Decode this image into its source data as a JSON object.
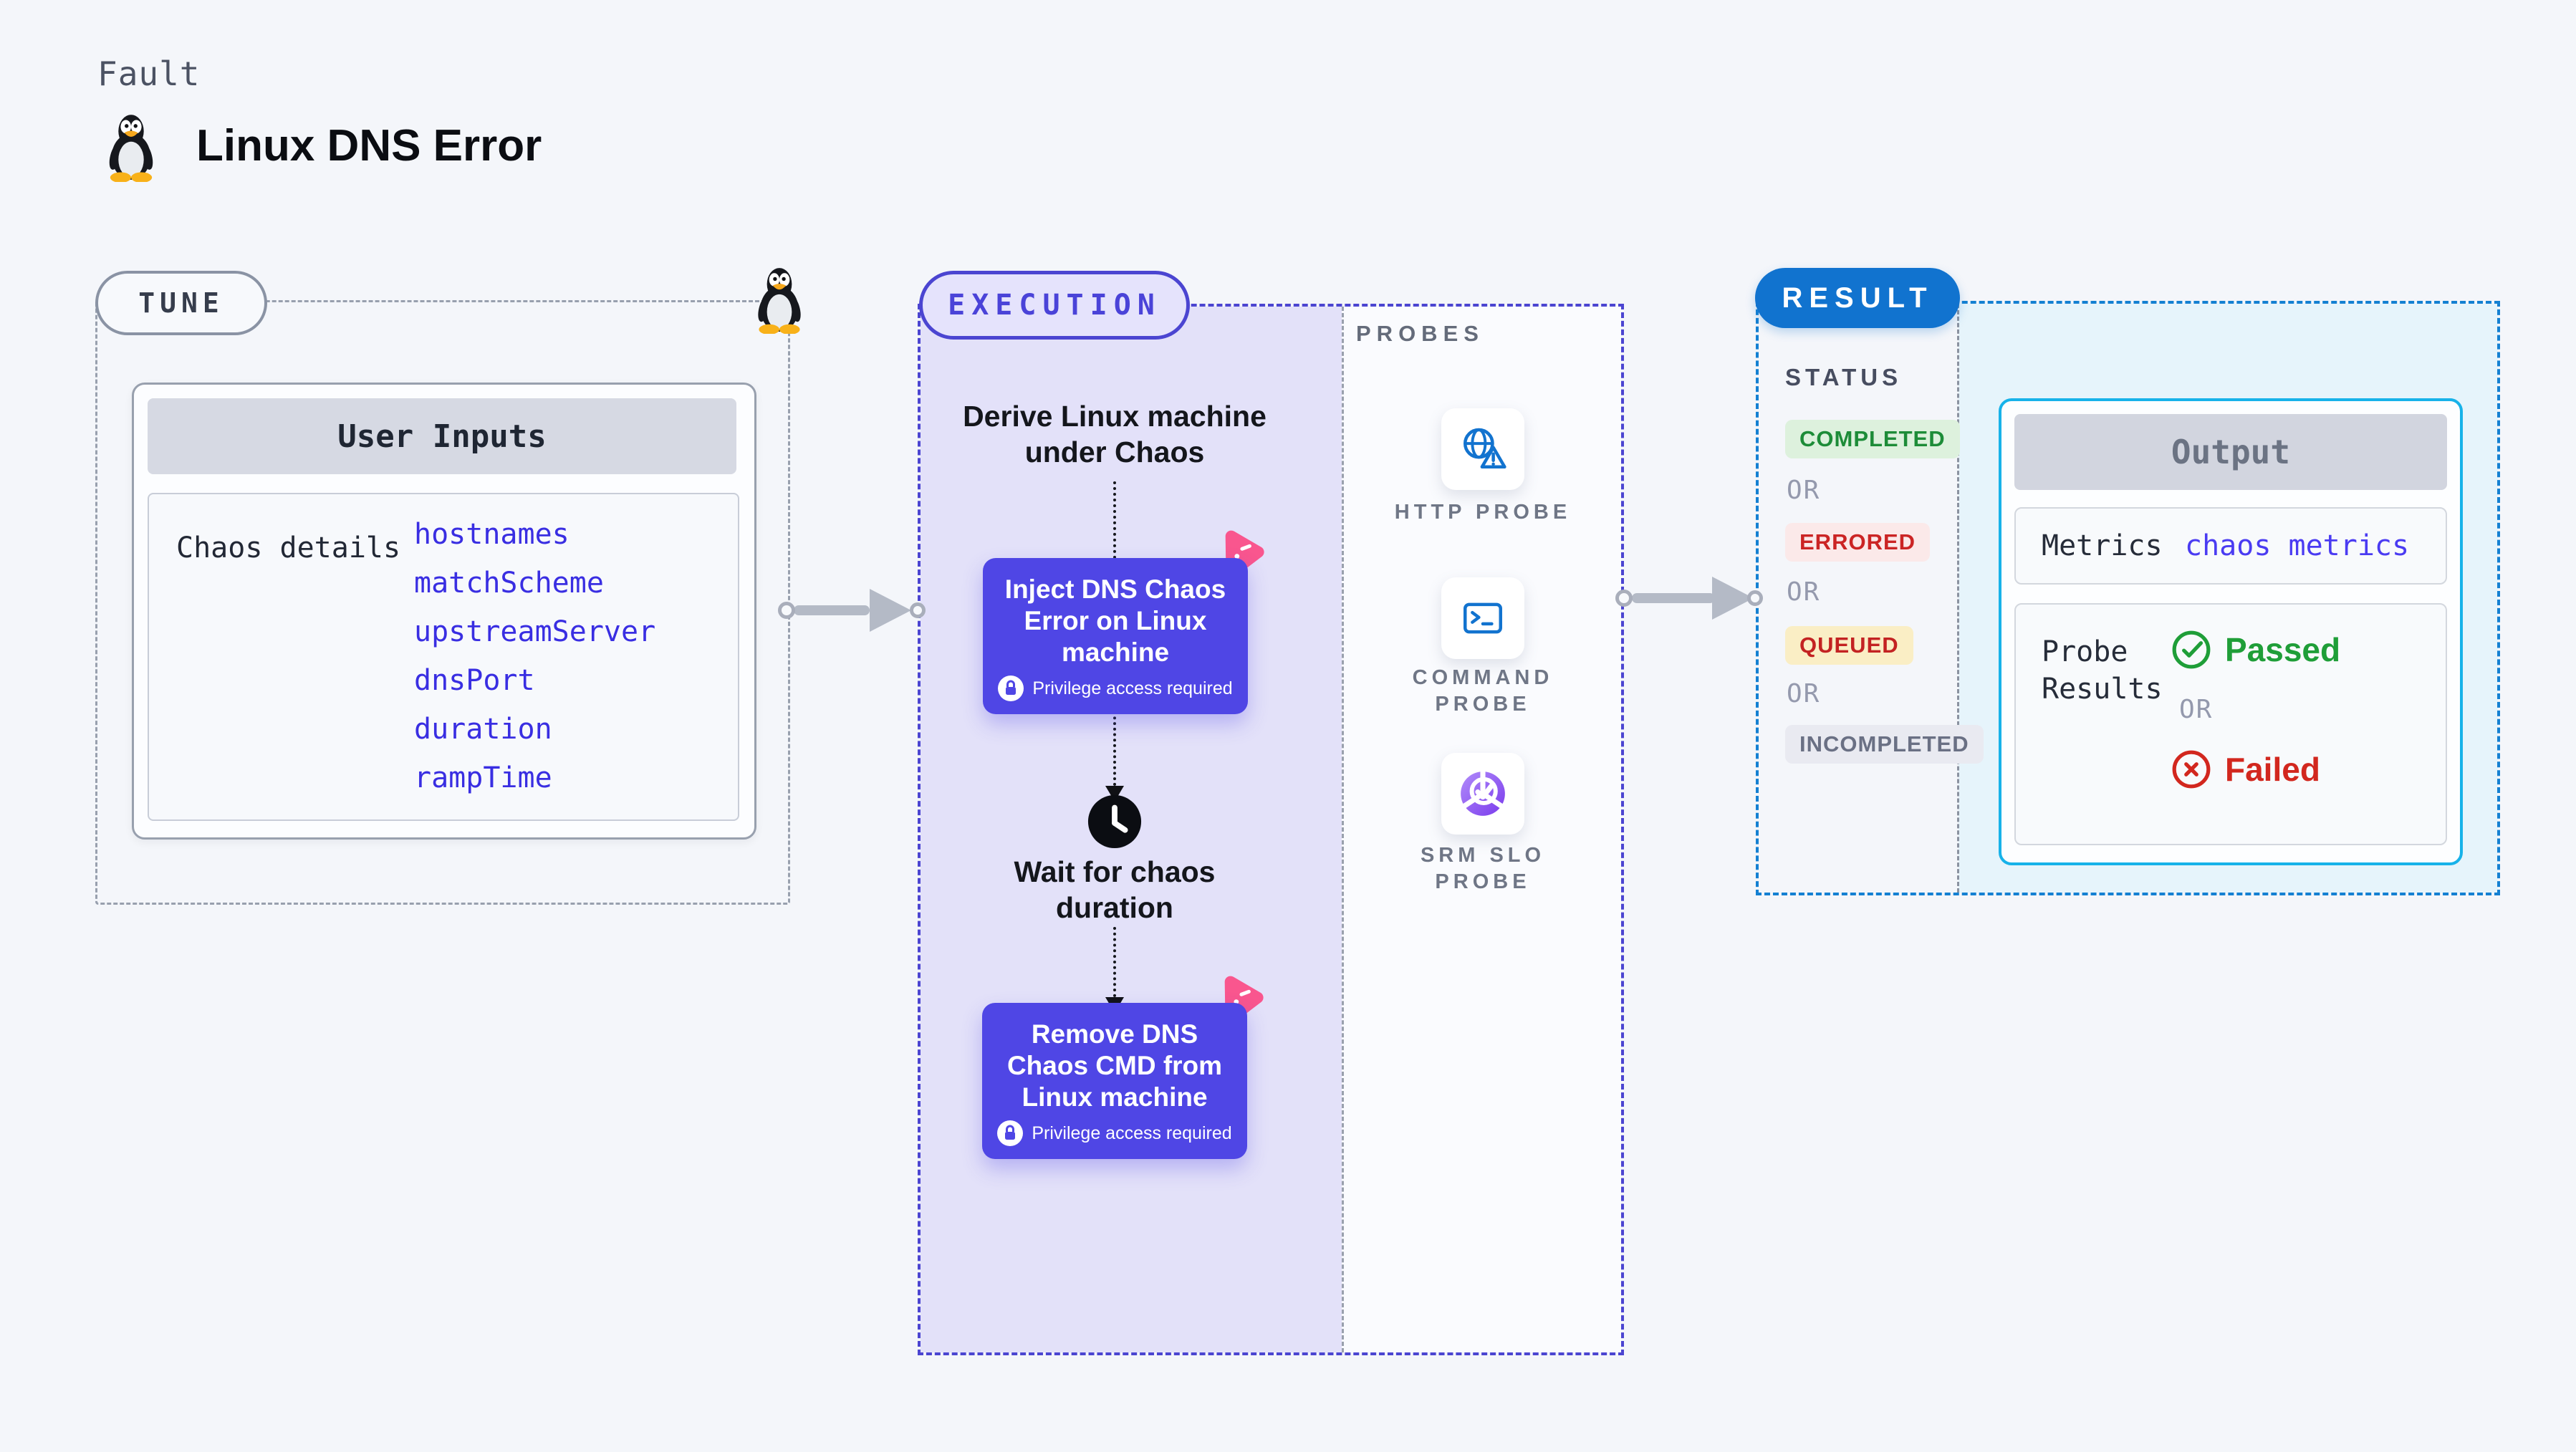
{
  "header": {
    "kicker": "Fault",
    "title": "Linux DNS Error",
    "logo_icon": "tux-penguin-icon"
  },
  "tune": {
    "label": "TUNE",
    "corner_icon": "tux-penguin-icon",
    "card_title": "User Inputs",
    "row_label": "Chaos details",
    "inputs": [
      "hostnames",
      "matchScheme",
      "upstreamServer",
      "dnsPort",
      "duration",
      "rampTime"
    ]
  },
  "execution": {
    "label": "EXECUTION",
    "step_derive": "Derive Linux machine under Chaos",
    "node_inject": "Inject DNS Chaos Error on Linux machine",
    "privilege_note": "Privilege access required",
    "lock_icon": "lock-icon",
    "wait_icon": "clock-icon",
    "step_wait": "Wait for chaos duration",
    "node_remove": "Remove DNS Chaos CMD from Linux machine",
    "node_corner_icon": "chaos-scenario-icon"
  },
  "probes": {
    "label": "PROBES",
    "items": [
      {
        "name": "HTTP PROBE",
        "icon": "globe-warning-icon"
      },
      {
        "name": "COMMAND PROBE",
        "icon": "terminal-icon"
      },
      {
        "name": "SRM SLO PROBE",
        "icon": "slo-donut-check-icon"
      }
    ]
  },
  "result": {
    "label": "RESULT",
    "status_label": "STATUS",
    "or_label": "OR",
    "statuses": [
      {
        "label": "COMPLETED",
        "bg": "#ddf1dd",
        "color": "#1d8c38"
      },
      {
        "label": "ERRORED",
        "bg": "#fbe9e9",
        "color": "#cb2424"
      },
      {
        "label": "QUEUED",
        "bg": "#faeec5",
        "color": "#c32222"
      },
      {
        "label": "INCOMPLETED",
        "bg": "#e9eaf1",
        "color": "#6a7084"
      }
    ],
    "output": {
      "title": "Output",
      "metrics_label": "Metrics",
      "metrics_value": "chaos metrics",
      "probe_results_label": "Probe Results",
      "passed_label": "Passed",
      "passed_icon": "check-circle-icon",
      "failed_label": "Failed",
      "failed_icon": "x-circle-icon"
    }
  },
  "colors": {
    "page_bg": "#f4f6fa",
    "indigo_accent": "#4b45d1",
    "node_purple": "#4f46e5",
    "exec_panel_bg": "#e3e1f9",
    "pink_badge": "#f9568e",
    "probe_blue": "#1273cf",
    "slo_purple": "#7a3bec",
    "result_blue": "#1173cf",
    "cyan_border": "#17b2e9",
    "cyan_panel_bg": "#e6f4fb",
    "code_blue": "#392ee2",
    "passed_green": "#1f9e38",
    "failed_red": "#d2271e",
    "arrow_gray": "#b4bac6",
    "dashed_gray": "#98a0ae"
  }
}
